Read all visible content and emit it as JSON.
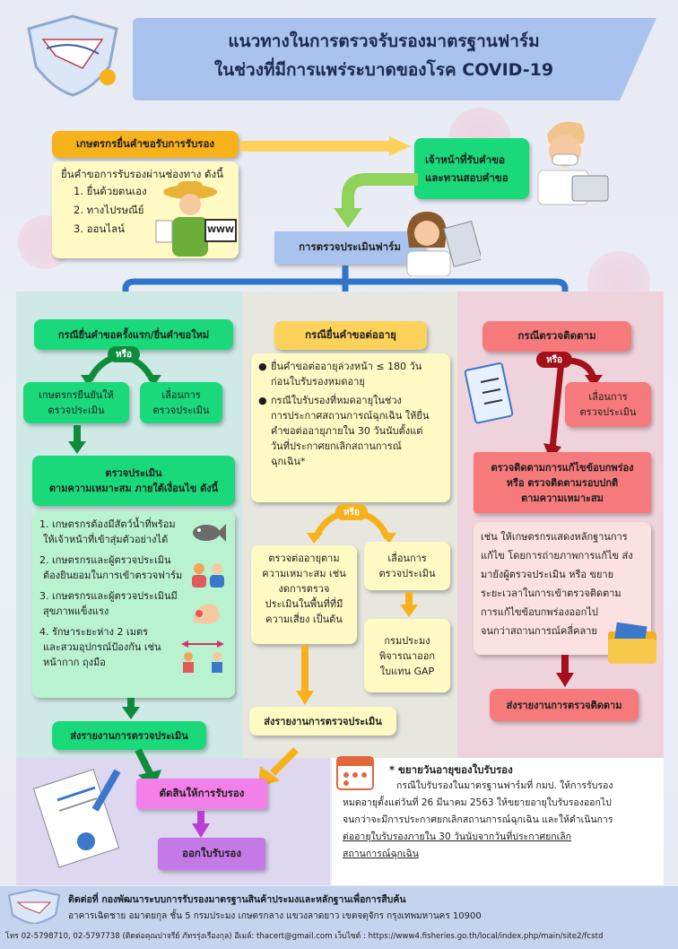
{
  "title": {
    "line1": "แนวทางในการตรวจรับรองมาตรฐานฟาร์ม",
    "line2": "ในช่วงที่มีการแพร่ระบาดของโรค COVID-19"
  },
  "farmer_submit": {
    "label": "เกษตรกรยื่นคำขอรับการรับรอง",
    "intro": "ยื่นคำขอการรับรองผ่านช่องทาง ดังนี้",
    "channels": [
      "1. ยื่นด้วยตนเอง",
      "2. ทางไปรษณีย์",
      "3. ออนไลน์"
    ],
    "sign_text": "WWW"
  },
  "officer_box": {
    "line1": "เจ้าหน้าที่รับคำขอ",
    "line2": "และทวนสอบคำขอ"
  },
  "farm_assessment": "การตรวจประเมินฟาร์ม",
  "left_branch": {
    "header": "กรณียื่นคำขอครั้งแรก/ยื่นคำขอใหม่",
    "or": "หรือ",
    "confirm": {
      "line1": "เกษตรกรยืนยันให้",
      "line2": "ตรวจประเมิน"
    },
    "postpone": {
      "line1": "เลื่อนการ",
      "line2": "ตรวจประเมิน"
    },
    "assess": {
      "line1": "ตรวจประเมิน",
      "line2": "ตามความเหมาะสม ภายใต้เงื่อนไข ดังนี้"
    },
    "conditions": [
      {
        "a": "1. เกษตรกรต้องมีสัตว์น้ำที่พร้อม",
        "b": "ให้เจ้าหน้าที่เข้าสุ่มตัวอย่างได้"
      },
      {
        "a": "2. เกษตรกรและผู้ตรวจประเมิน",
        "b": "ต้องยินยอมในการเข้าตรวจฟาร์ม"
      },
      {
        "a": "3. เกษตรกรและผู้ตรวจประเมินมี",
        "b": "สุขภาพแข็งแรง"
      },
      {
        "a": "4. รักษาระยะห่าง 2 เมตร",
        "b": "และสวมอุปกรณ์ป้องกัน เช่น",
        "c": "หน้ากาก ถุงมือ"
      }
    ],
    "report": "ส่งรายงานการตรวจประเมิน"
  },
  "mid_branch": {
    "header": "กรณียื่นคำขอต่ออายุ",
    "bullet1": {
      "a": "ยื่นคำขอต่ออายุล่วงหน้า ≤ 180 วัน",
      "b": "ก่อนใบรับรองหมดอายุ"
    },
    "bullet2": {
      "a": "กรณีใบรับรองที่หมดอายุในช่วง",
      "b": "การประกาศสถานการณ์ฉุกเฉิน ให้ยื่น",
      "c": "คำขอต่ออายุภายใน 30 วันนับตั้งแต่",
      "d": "วันที่ประกาศยกเลิกสถานการณ์",
      "e": "ฉุกเฉิน*"
    },
    "or": "หรือ",
    "renew_assess": {
      "a": "ตรวจต่ออายุตาม",
      "b": "ความเหมาะสม เช่น",
      "c": "งดการตรวจ",
      "d": "ประเมินในพื้นที่ที่มี",
      "e": "ความเสี่ยง เป็นต้น"
    },
    "postpone": {
      "line1": "เลื่อนการ",
      "line2": "ตรวจประเมิน"
    },
    "department": {
      "a": "กรมประมง",
      "b": "พิจารณาออก",
      "c": "ใบแทน GAP"
    },
    "report": "ส่งรายงานการตรวจประเมิน"
  },
  "right_branch": {
    "header": "กรณีตรวจติดตาม",
    "or": "หรือ",
    "postpone": {
      "line1": "เลื่อนการ",
      "line2": "ตรวจประเมิน"
    },
    "follow": {
      "a": "ตรวจติดตามการแก้ไขข้อบกพร่อง",
      "b": "หรือ ตรวจติดตามรอบปกติ",
      "c": "ตามความเหมาะสม"
    },
    "detail": {
      "a": "เช่น ให้เกษตรกรแสดงหลักฐานการ",
      "b": "แก้ไข โดยการถ่ายภาพการแก้ไข ส่ง",
      "c": "มายังผู้ตรวจประเมิน หรือ ขยาย",
      "d": "ระยะเวลาในการเข้าตรวจติดตาม",
      "e": "การแก้ไขข้อบกพร่องออกไป",
      "f": "จนกว่าสถานการณ์คลี่คลาย"
    },
    "report": "ส่งรายงานการตรวจติดตาม"
  },
  "decide": "ตัดสินให้การรับรอง",
  "issue": "ออกใบรับรอง",
  "note": {
    "heading": "* ขยายวันอายุของใบรับรอง",
    "l1": "กรณีใบรับรองในมาตรฐานฟาร์มที่ กมป. ให้การรับรอง",
    "l2": "หมดอายุตั้งแต่วันที่ 26 มีนาคม 2563 ให้ขยายอายุใบรับรองออกไป",
    "l3": "จนกว่าจะมีการประกาศยกเลิกสถานการณ์ฉุกเฉิน และให้ดำเนินการ",
    "l4": "ต่ออายุใบรับรองภายใน 30 วันนับจากวันที่ประกาศยกเลิก",
    "l5": "สถานการณ์ฉุกเฉิน"
  },
  "footer": {
    "contact": "ติดต่อที่ กองพัฒนาระบบการรับรองมาตรฐานสินค้าประมงและหลักฐานเพื่อการสืบค้น",
    "address": "อาคารเฉิดชาย อมาตยกุล ชั้น 5 กรมประมง เกษตรกลาง แขวงลาดยาว เขตจตุจักร กรุงเทพมหานคร 10900",
    "phone": "โทร 02-5798710, 02-5797738 (ติดต่อคุณปาจรีย์ ภัทรรุ่งเรืองกุล) อีเมล์: thacert@gmail.com เว็บไซต์ : https://www4.fisheries.go.th/local/index.php/main/site2/fcstd"
  },
  "colors": {
    "title_banner": "#aac3ee",
    "orange": "#f7b21b",
    "green": "#19d97a",
    "light_green": "#b9f2cf",
    "cream": "#fffac4",
    "salmon": "#f67a7b",
    "pink": "#f37fe9",
    "violet": "#c479e6",
    "dark_red": "#a3101a",
    "blue_arrow": "#2e74c9"
  }
}
